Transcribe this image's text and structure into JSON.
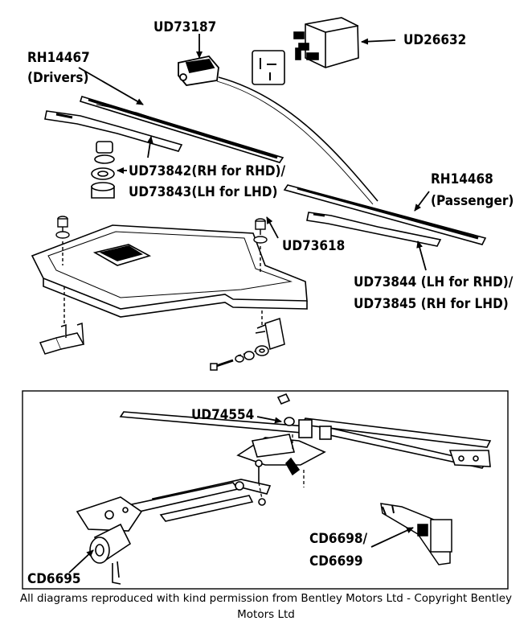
{
  "labels": {
    "ud73187": "UD73187",
    "ud26632": "UD26632",
    "rh14467": "RH14467",
    "rh14467_sub": "(Drivers)",
    "ud73842": "UD73842(RH for RHD)/",
    "ud73843": "UD73843(LH for LHD)",
    "rh14468": "RH14468",
    "rh14468_sub": "(Passenger)",
    "ud73618": "UD73618",
    "ud73844": "UD73844 (LH for RHD)/",
    "ud73845": "UD73845 (RH for LHD)",
    "ud74554": "UD74554",
    "cd6698": "CD6698/",
    "cd6699": "CD6699",
    "cd6695": "CD6695"
  },
  "caption": "All diagrams reproduced with kind permission from Bentley Motors Ltd - Copyright Bentley Motors Ltd"
}
